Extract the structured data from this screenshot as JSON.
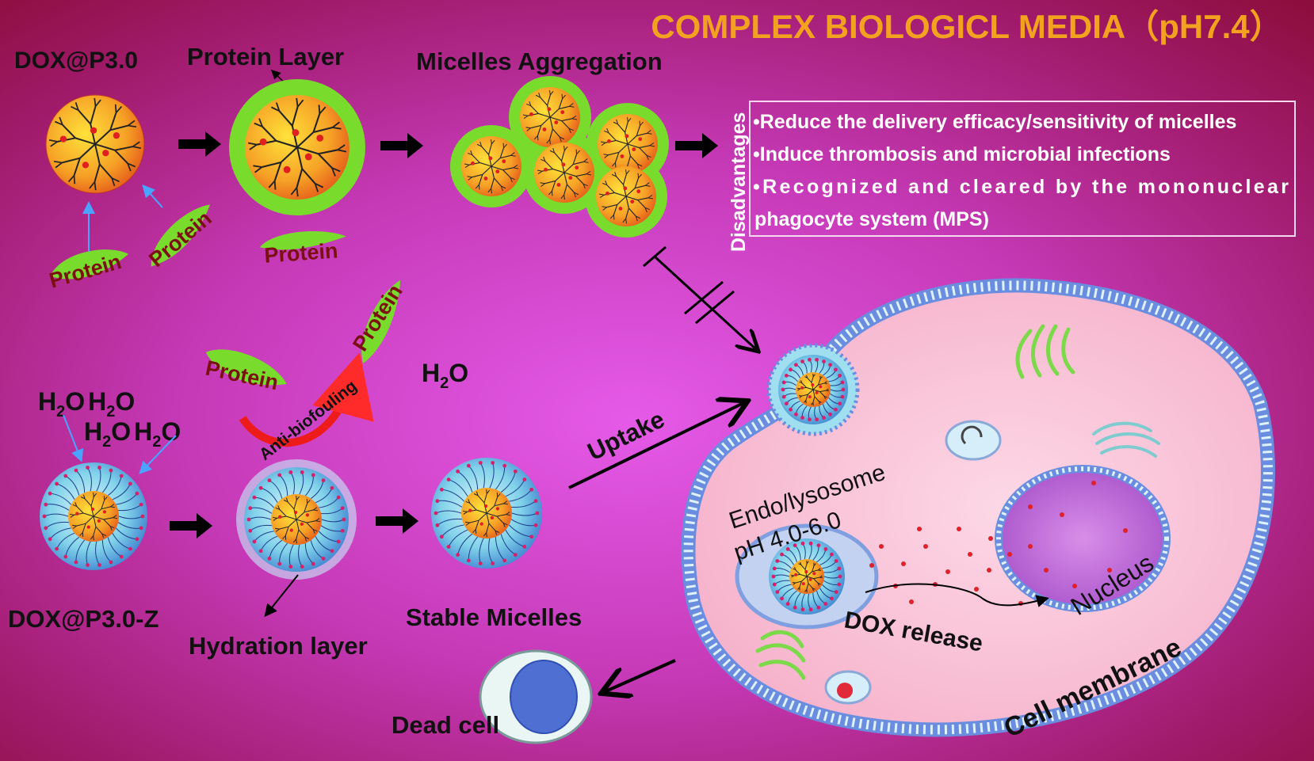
{
  "title": "COMPLEX BIOLOGICL MEDIA（pH7.4）",
  "top_row": {
    "dox_p30": "DOX@P3.0",
    "protein_layer": "Protein Layer",
    "micelles_aggregation": "Micelles Aggregation",
    "protein": "Protein"
  },
  "disadvantages": {
    "heading": "Disadvantages",
    "items": [
      "•Reduce the delivery efficacy/sensitivity of micelles",
      "•Induce thrombosis and microbial infections",
      "•Recognized  and  cleared  by  the  mononuclear",
      "phagocyte system (MPS)"
    ]
  },
  "bottom_row": {
    "h2o": "H",
    "h2o_sub": "2",
    "h2o_tail": "O",
    "anti_biofouling": "Anti-biofouling",
    "protein": "Protein",
    "uptake": "Uptake",
    "dox_p30_z": "DOX@P3.0-Z",
    "hydration_layer": "Hydration layer",
    "stable_micelles": "Stable Micelles"
  },
  "cell": {
    "endo_lysosome": "Endo/lysosome",
    "ph_range": "pH 4.0-6.0",
    "dox_release": "DOX release",
    "nucleus": "Nucleus",
    "cell_membrane": "Cell membrane",
    "dead_cell": "Dead cell"
  },
  "colors": {
    "title": "#f2a21e",
    "protein": "#79dc2d",
    "micelle_core": "#ee7a1a",
    "hydration_shell": "#7cd4e6",
    "arrow": "#000000",
    "anti_biofouling_arrow": "#ee1b1b"
  }
}
